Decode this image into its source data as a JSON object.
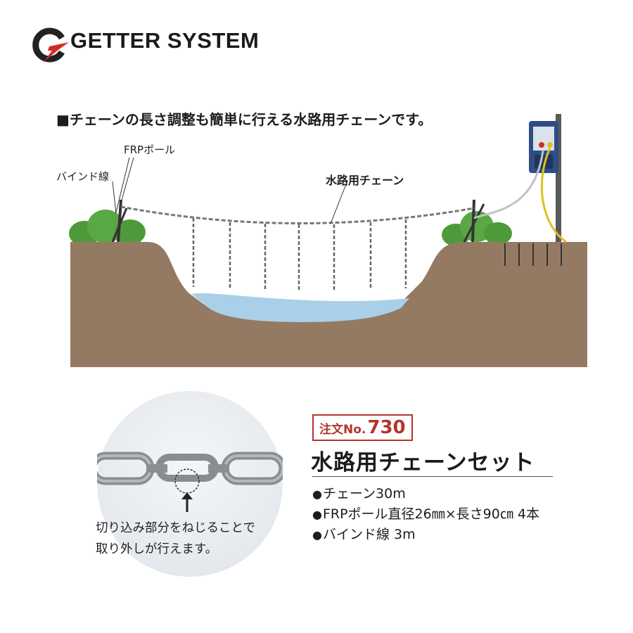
{
  "brand": {
    "name": "GETTER SYSTEM",
    "logo_icon": "g-lightning-logo",
    "colors": {
      "logo_dark": "#222222",
      "logo_red": "#d42a24"
    }
  },
  "headline": "■チェーンの長さ調整も簡単に行える水路用チェーンです。",
  "illustration": {
    "frp_pole_label": "FRPポール",
    "bind_wire_label": "バインド線",
    "chain_label": "水路用チェーン",
    "colors": {
      "ground": "#957a63",
      "water": "#a9d0e8",
      "bush": "#4e9a3a",
      "controller": "#2e4d84"
    }
  },
  "detail": {
    "note_lines": [
      "切り込み部分をねじることで",
      "取り外しが行えます。"
    ]
  },
  "product": {
    "order_prefix": "注文No.",
    "order_number": "730",
    "title": "水路用チェーンセット",
    "specs": [
      "チェーン30m",
      "FRPポール直径26㎜×長さ90㎝ 4本",
      "バインド線 3m"
    ],
    "accent_color": "#b3352c"
  }
}
